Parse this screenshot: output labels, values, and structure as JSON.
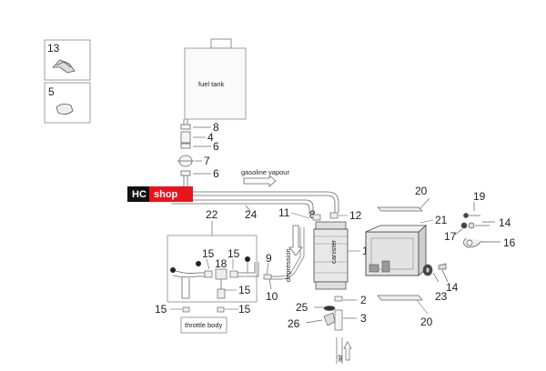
{
  "diagram": {
    "component_labels": {
      "fuel_tank": "fuel tank",
      "throttle_body": "throttle body",
      "canister": "canister",
      "air": "air"
    },
    "flow_labels": {
      "gasoline_vapour": "gasoline vapour",
      "depression": "depression"
    },
    "legend": [
      {
        "number": "13",
        "icon": "clamp-icon"
      },
      {
        "number": "5",
        "icon": "cap-icon"
      }
    ],
    "callouts": {
      "c8": "8",
      "c4": "4",
      "c6a": "6",
      "c7": "7",
      "c6b": "6",
      "c24": "24",
      "c22": "22",
      "c15a": "15",
      "c15b": "15",
      "c18": "18",
      "c15c": "15",
      "c9": "9",
      "c10": "10",
      "c15d": "15",
      "c15e": "15",
      "c11": "11",
      "c8b": "8",
      "c12": "12",
      "c1": "1",
      "c2": "2",
      "c25": "25",
      "c26": "26",
      "c3": "3",
      "c20a": "20",
      "c21": "21",
      "c19": "19",
      "c14a": "14",
      "c17": "17",
      "c16": "16",
      "c14b": "14",
      "c23": "23",
      "c20b": "20"
    },
    "watermark": {
      "prefix": "HC",
      "suffix": "shop"
    },
    "colors": {
      "line": "#666666",
      "watermark_red": "#e8141c",
      "watermark_black": "#111111"
    }
  }
}
